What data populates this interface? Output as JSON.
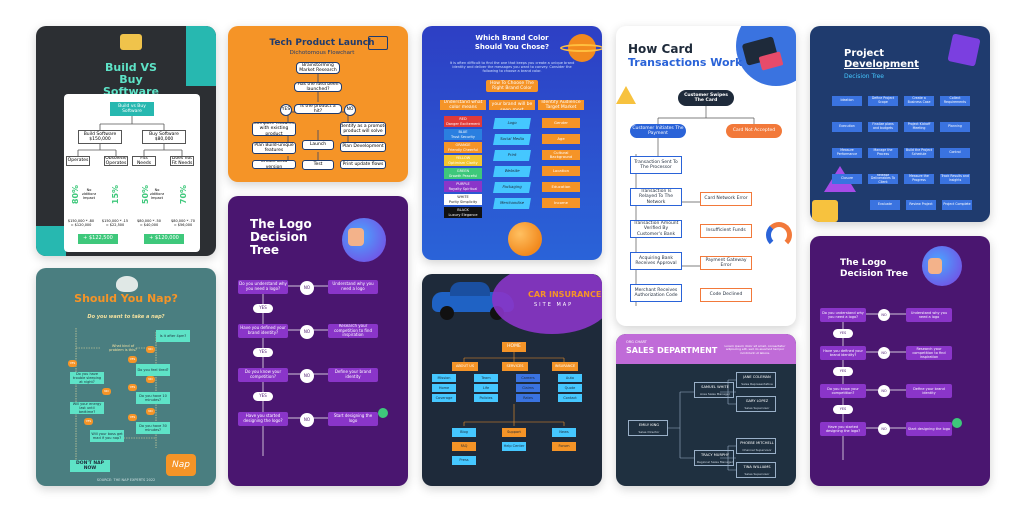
{
  "colors": {
    "teal": "#27b8b0",
    "orange": "#f59427",
    "navy": "#1f3b6e",
    "purple": "#4a1670",
    "dark": "#1e2a3a",
    "green": "#3ec87b",
    "violet": "#8a35c9"
  },
  "c1": {
    "title": "Build VS Buy Software",
    "root": "Build vs Buy Software",
    "build": "Build Software\n$150,000",
    "buy": "Buy Software\n$80,000",
    "n1": "Operates",
    "n2": "Obsolete/\nOperates",
    "n3": "Fits Needs",
    "n4": "Does not\nFit Needs",
    "p1": "80%",
    "p2": "15%",
    "p3": "50%",
    "p4": "70%",
    "f1": "$150,000 * .80\n= $120,000",
    "f2": "$150,000 * .15\n= $22,500",
    "f3": "$80,000 * .50\n= $40,000",
    "f4": "$80,000 * .70\n= $56,000",
    "s1": "No Additional Impact",
    "s2": "No Additional Impact",
    "r1": "+ $122,500",
    "r2": "+ $120,000"
  },
  "c2": {
    "title": "Tech Product Launch",
    "subtitle": "Dichotomous Flowchart",
    "b1": "Brainstorming\nMarket Research",
    "b2": "Has the idea been\nlaunched?",
    "b3": "Is the product a hit?",
    "yes": "YES",
    "no": "NO",
    "l1": "Compare features\nwith existing\nproduct",
    "l2": "Plan Build-unique\nfeatures",
    "l3": "Create beta version",
    "r1": "Identify as a promote\nproduct will solve",
    "r2": "Plan Development",
    "r3": "Print update flows",
    "launch": "Launch",
    "test": "Test"
  },
  "c3": {
    "title": "Which Brand Color Should You Chose?",
    "intro": "It is often difficult to find the one that keeps you create a unique brand identity and deliver the messages you want to convey. Consider the following to choose a brand color.",
    "top": "How To Choose The Right Brand Color",
    "cols": [
      "Understand what color means",
      "Consider where your brand will be seen most",
      "Identify Audience Target Market"
    ],
    "left": [
      "RED\nDanger Excitement",
      "BLUE\nTrust Security",
      "ORANGE\nFriendly Cheerful",
      "YELLOW\nOptimism Clarity",
      "GREEN\nGrowth Peaceful",
      "PURPLE\nRoyalty Spiritual",
      "WHITE\nPurity Simplicity",
      "BLACK\nLuxury Elegance"
    ],
    "mid": [
      "Logo",
      "Social Media",
      "Print",
      "Website",
      "Packaging",
      "Merchandise"
    ],
    "right": [
      "Gender",
      "Age",
      "Cultural Background",
      "Location",
      "Education",
      "Income"
    ]
  },
  "c4": {
    "title1": "How Card",
    "title2": "Transactions Work",
    "top": "Customer Swipes The Card",
    "left": "Customer Initiates The Payment",
    "right": "Card Not Accepted",
    "l": [
      "Transaction Sent To The Processor",
      "Transaction Is Relayed To The Network",
      "Transaction Amount Verified By Customer's Bank",
      "Acquiring Bank Receives Approval",
      "Merchant Receives Authorization Code"
    ],
    "r": [
      "Card Network Error",
      "Insufficient Funds",
      "Payment Gateway Error",
      "Code Declined"
    ]
  },
  "c5": {
    "title1": "Project",
    "title2": "Development",
    "subtitle": "Decision Tree",
    "row1": [
      "Ideation",
      "Define Project Scope",
      "Create a Business Case",
      "Collect Requirements"
    ],
    "row2": [
      "Execution",
      "Finalize plans and budgets",
      "Project Kickoff Meeting",
      "Planning"
    ],
    "row3": [
      "Measure Performance",
      "Manage the Process",
      "Build the Project Schedule",
      "Control"
    ],
    "row4": [
      "Closure",
      "Release Deliverables To Client",
      "Measure the Progress",
      "Track Results and Insights"
    ],
    "row5": [
      "Evaluate",
      "Review Project",
      "Project Complete"
    ]
  },
  "c6": {
    "title": "Should You Nap?",
    "question": "Do you want to take a nap?",
    "n": [
      "Is it after 4pm?",
      "What kind of problem is this?",
      "Do you have trouble sleeping at night?",
      "Will your energy last until bedtime?",
      "Do you feel tired?",
      "Do you have 10 minutes?",
      "Do you have 30 minutes?",
      "Will your boss get mad if you nap?"
    ],
    "yes": "YES",
    "no": "NO",
    "end1": "DON'T NAP NOW",
    "end2": "Nap",
    "footer": "SOURCE: THE NAP EXPERTS 2022"
  },
  "c7": {
    "title": "The Logo Decision Tree",
    "q": [
      "Do you understand why you need a logo?",
      "Have you defined your brand identity?",
      "Do you know your competition?",
      "Have you started designing the logo?"
    ],
    "a": [
      "Understand why you need a logo",
      "Research your competition to find inspiration",
      "Define your brand identity",
      "Start designing the logo"
    ],
    "yes": "YES",
    "no": "NO"
  },
  "c8": {
    "title": "CAR INSURANCE",
    "subtitle": "SITE MAP",
    "home": "HOME",
    "heads": [
      "ABOUT US",
      "SERVICES",
      "INSURANCE"
    ],
    "leaves": [
      "Mission",
      "Team",
      "Careers",
      "Auto",
      "Home",
      "Life",
      "Claims",
      "Quote",
      "Coverage",
      "Policies",
      "Rates",
      "Contact"
    ],
    "lower": [
      "Blog",
      "Support",
      "News",
      "FAQ",
      "Help Center",
      "Forum",
      "Press"
    ]
  },
  "c9": {
    "label": "ORG CHART",
    "title": "SALES DEPARTMENT",
    "intro": "Lorem ipsum dolor sit amet, consectetur adipiscing elit, sed do eiusmod tempor incididunt ut labore.",
    "people": [
      {
        "name": "SAMUEL WHITE",
        "role": "Area Sales Manager"
      },
      {
        "name": "JANE COLEMAN",
        "role": "Sales Representative"
      },
      {
        "name": "GARY LOPEZ",
        "role": "Sales Supervisor"
      },
      {
        "name": "EMILY KING",
        "role": "Sales Director"
      },
      {
        "name": "TRACY MURPHY",
        "role": "Regional Sales Manager"
      },
      {
        "name": "PHOEBE MITCHELL",
        "role": "Channel Supervisor"
      },
      {
        "name": "TINA WILLIAMS",
        "role": "Sales Supervisor"
      }
    ]
  },
  "c10": {
    "title": "The Logo Decision Tree",
    "q": [
      "Do you understand why you need a logo?",
      "Have you defined your brand identity?",
      "Do you know your competition?",
      "Have you started designing the logo?"
    ],
    "a": [
      "Understand why you need a logo",
      "Research your competition to find inspiration",
      "Define your brand identity",
      "Start designing the logo"
    ],
    "yes": "YES",
    "no": "NO"
  }
}
